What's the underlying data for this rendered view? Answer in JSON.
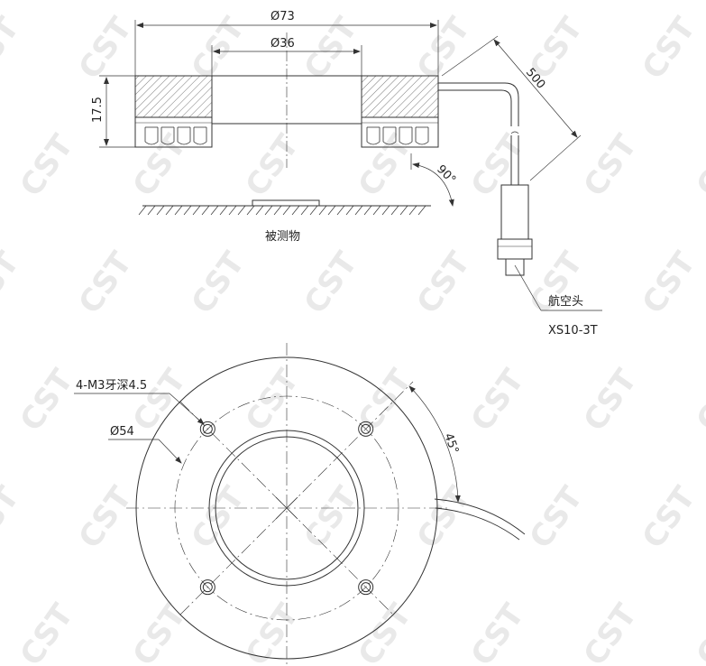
{
  "watermark": "CST",
  "side_view": {
    "dim_outer": "Ø73",
    "dim_inner": "Ø36",
    "dim_height": "17.5",
    "dim_cable": "500",
    "dim_angle": "90°",
    "label_object": "被测物",
    "label_connector": "航空头",
    "label_connector_model": "XS10-3T"
  },
  "front_view": {
    "label_holes": "4-M3牙深4.5",
    "label_bolt_circle": "Ø54",
    "dim_angle": "45°"
  },
  "colors": {
    "line": "#333333",
    "hatch": "#555555",
    "watermark": "#e9e9e9"
  }
}
